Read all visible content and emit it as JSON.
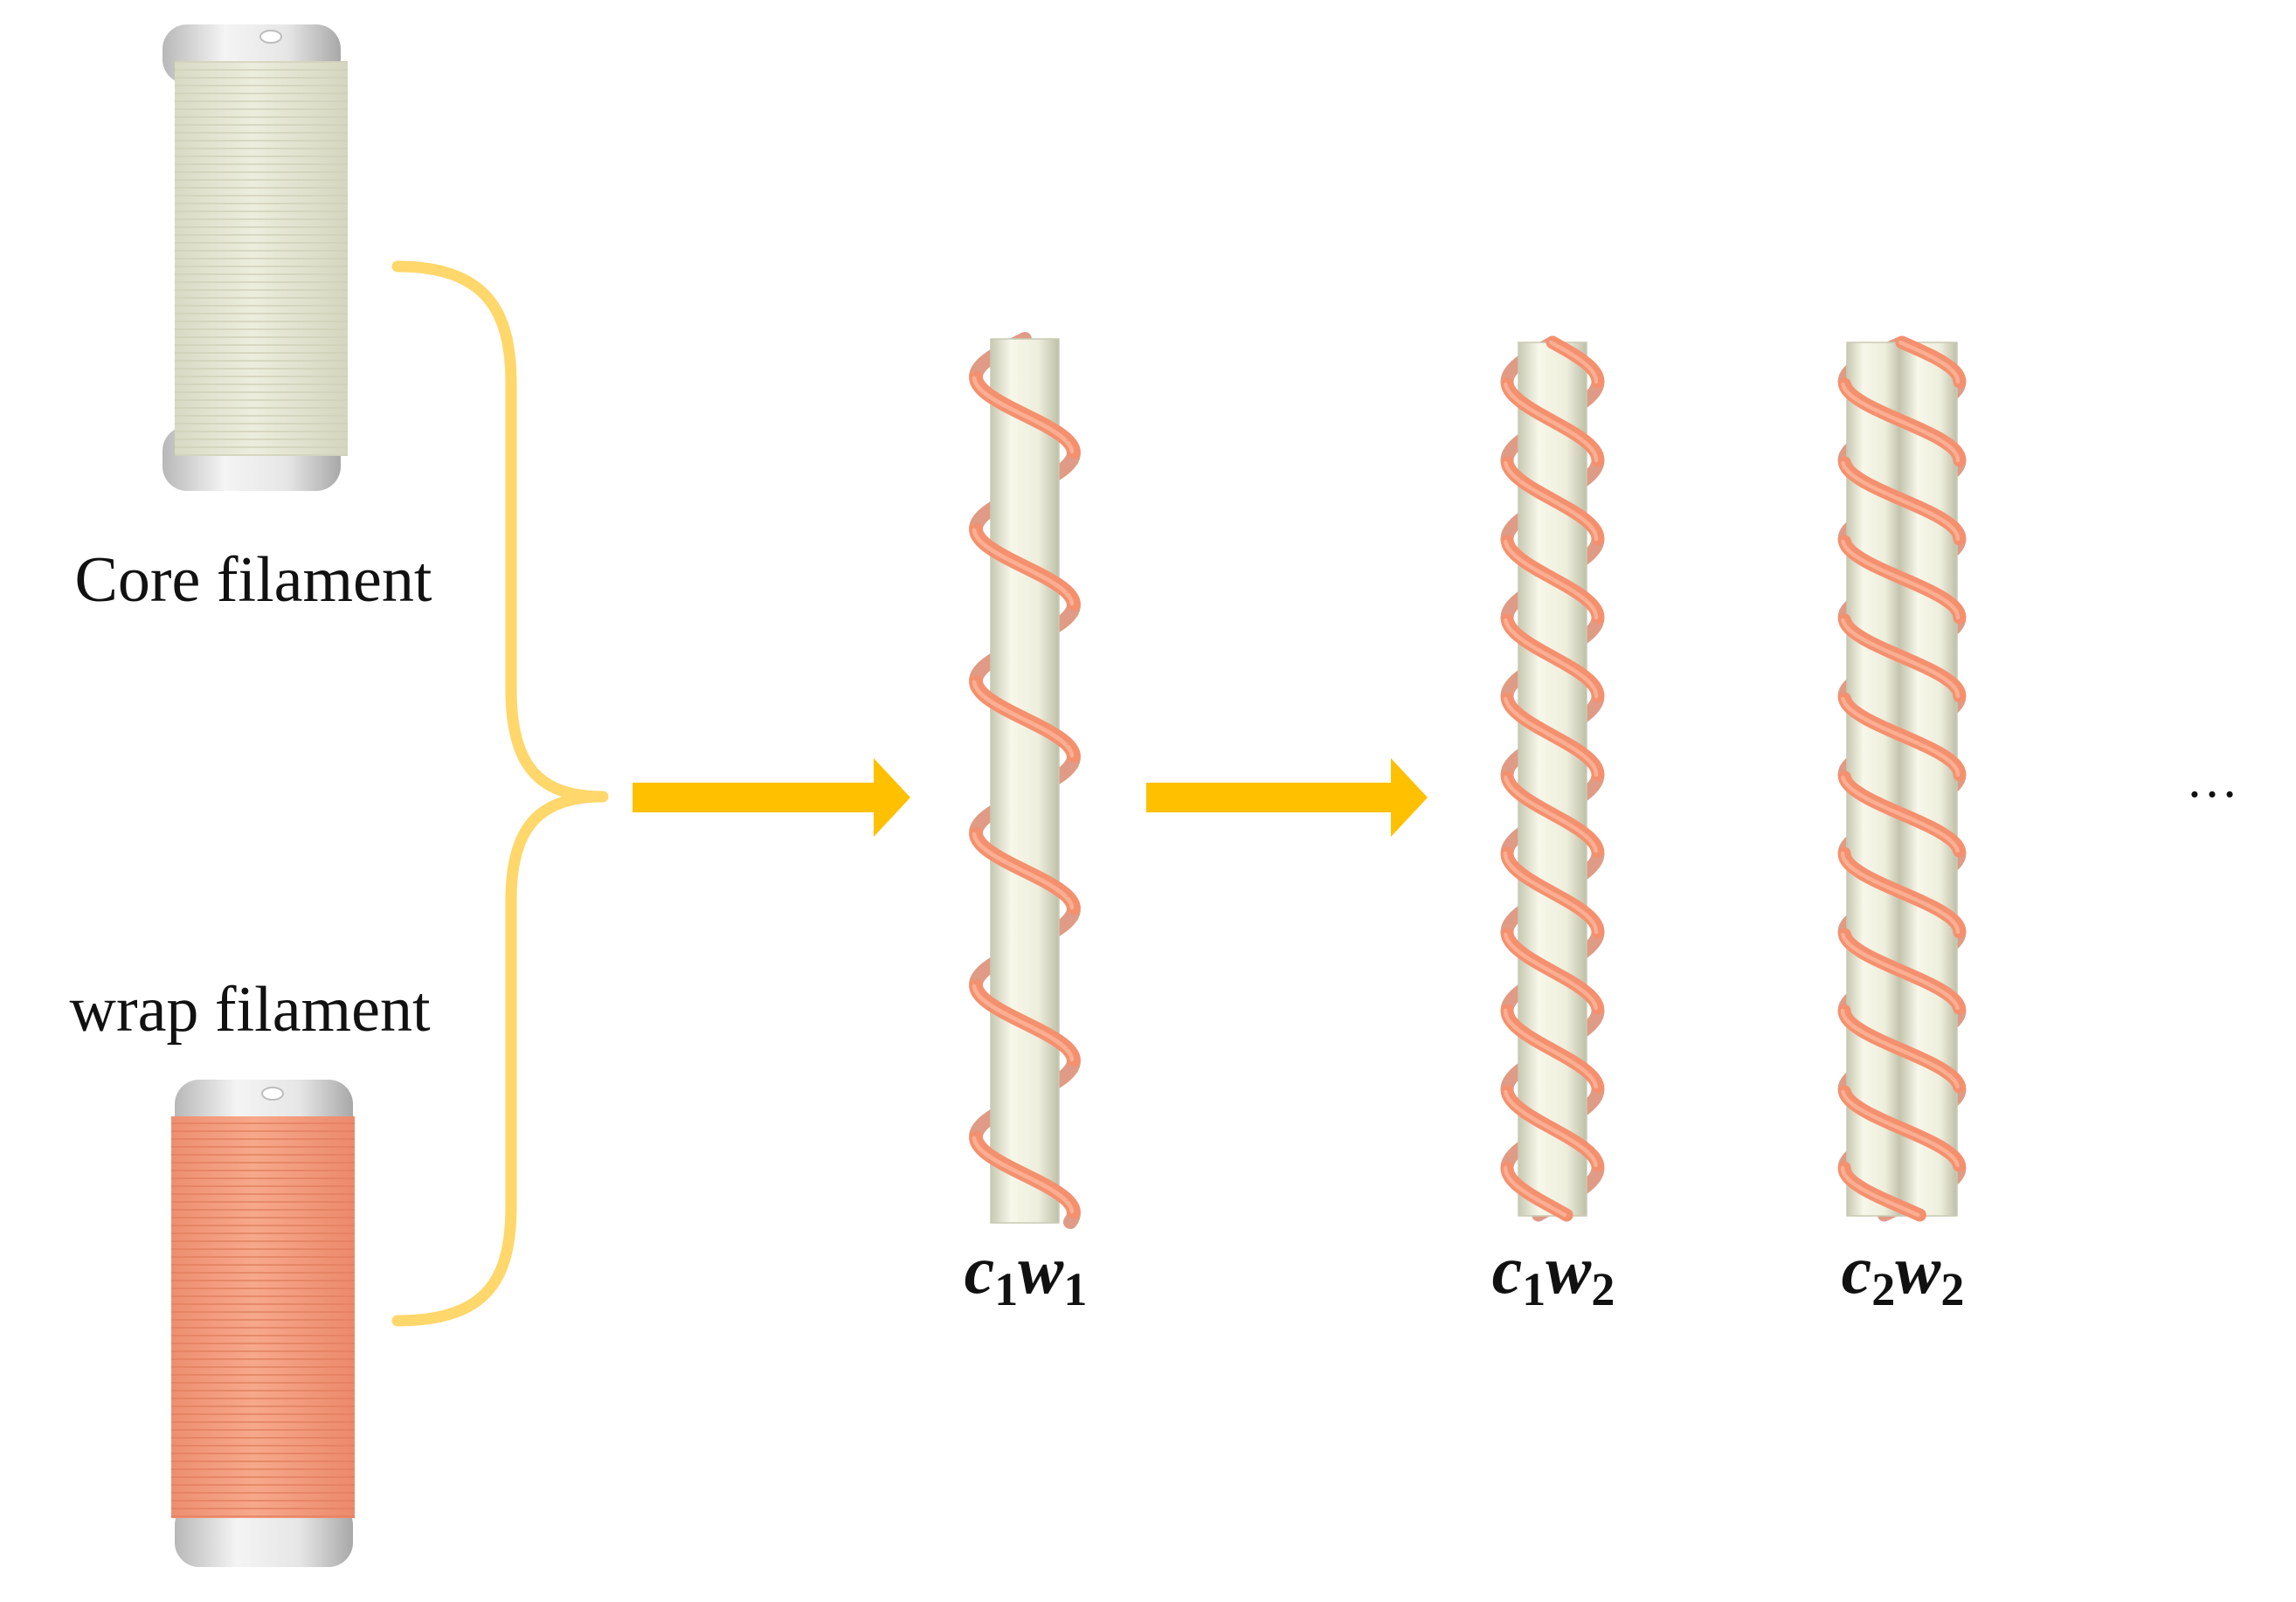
{
  "labels": {
    "core": "Core filament",
    "wrap": "wrap filament",
    "ellipsis": "…"
  },
  "yarns": [
    {
      "var1": "c",
      "sub1": "1",
      "var2": "w",
      "sub2": "1"
    },
    {
      "var1": "c",
      "sub1": "1",
      "var2": "w",
      "sub2": "2"
    },
    {
      "var1": "c",
      "sub1": "2",
      "var2": "w",
      "sub2": "2"
    }
  ],
  "colors": {
    "core_filament": "#eeeedc",
    "core_shadow": "#c9cab4",
    "wrap_filament": "#f5906e",
    "wrap_highlight": "#fbb196",
    "spool_cap": "#e2e2e2",
    "brace": "#ffd76a",
    "arrow": "#ffc000"
  },
  "icons": [
    "core-spool-icon",
    "wrap-spool-icon",
    "curly-brace-icon",
    "arrow-right-icon"
  ]
}
